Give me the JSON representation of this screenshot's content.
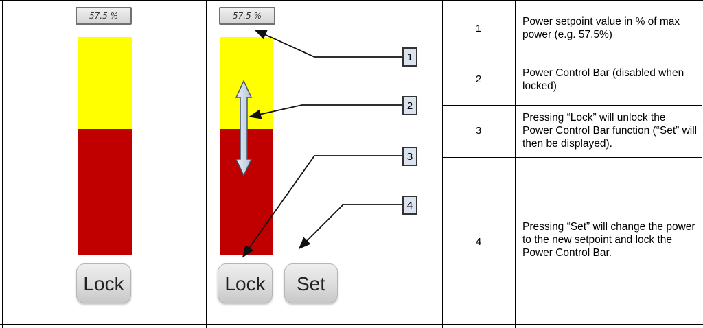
{
  "left_panel": {
    "readout": "57.5 %",
    "lock_label": "Lock"
  },
  "mid_panel": {
    "readout": "57.5 %",
    "lock_label": "Lock",
    "set_label": "Set"
  },
  "bar_colors": {
    "upper": "#ffff00",
    "lower": "#c00000"
  },
  "callouts": [
    "1",
    "2",
    "3",
    "4"
  ],
  "table": {
    "rows": [
      {
        "num": "1",
        "desc": "Power setpoint value in % of max power (e.g. 57.5%)"
      },
      {
        "num": "2",
        "desc": "Power Control Bar (disabled when locked)"
      },
      {
        "num": "3",
        "desc": "Pressing “Lock” will unlock the Power Control Bar function (“Set” will then be displayed)."
      },
      {
        "num": "4",
        "desc": "Pressing “Set” will change the power to the new setpoint and lock the Power Control Bar."
      }
    ]
  }
}
